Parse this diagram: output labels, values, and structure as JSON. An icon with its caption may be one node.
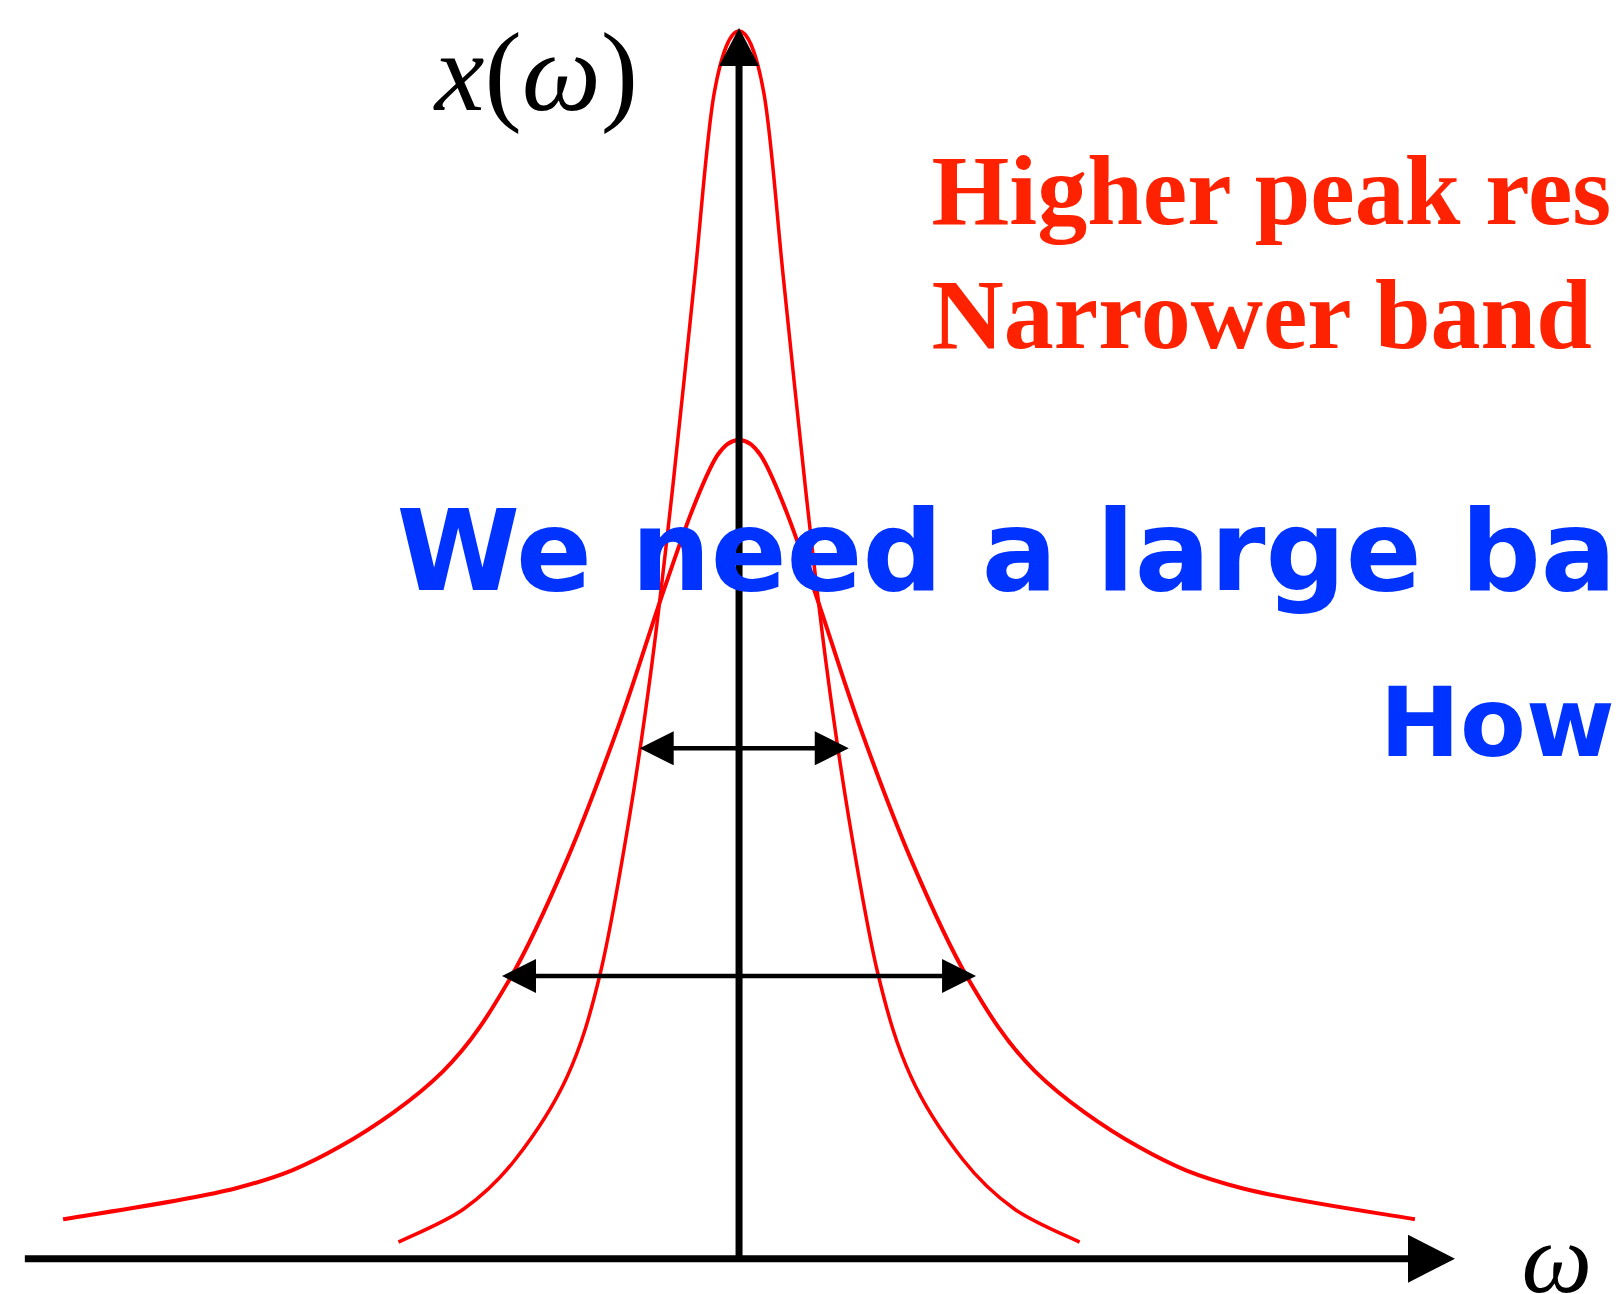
{
  "diagram": {
    "labels": [
      "*x*(*ω*)",
      "Higher peak res",
      "Narrower band",
      "We need a large ba",
      "How",
      "ω"
    ]
  }
}
